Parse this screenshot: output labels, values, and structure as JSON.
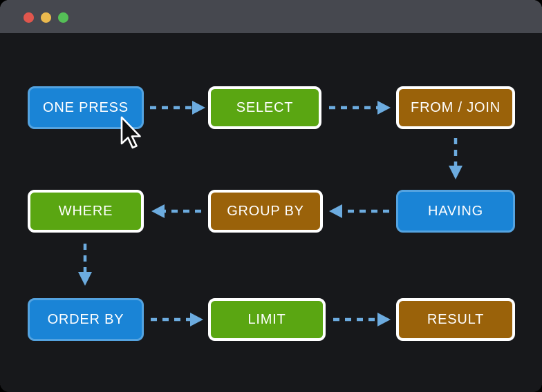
{
  "window": {
    "titlebar": {
      "bar_color": "#46484f",
      "traffic_lights": [
        {
          "name": "close",
          "color": "#e0564d"
        },
        {
          "name": "minimize",
          "color": "#eab94e"
        },
        {
          "name": "zoom",
          "color": "#55bf57"
        }
      ]
    },
    "background_color": "#17181b"
  },
  "diagram": {
    "nodes": [
      {
        "id": "one-press",
        "label": "ONE PRESS",
        "color": "blue",
        "row": 1,
        "col": 1
      },
      {
        "id": "select",
        "label": "SELECT",
        "color": "green",
        "row": 1,
        "col": 2
      },
      {
        "id": "from-join",
        "label": "FROM / JOIN",
        "color": "brown",
        "row": 1,
        "col": 3
      },
      {
        "id": "where",
        "label": "WHERE",
        "color": "green",
        "row": 2,
        "col": 1
      },
      {
        "id": "group-by",
        "label": "GROUP BY",
        "color": "brown",
        "row": 2,
        "col": 2
      },
      {
        "id": "having",
        "label": "HAVING",
        "color": "blue",
        "row": 2,
        "col": 3
      },
      {
        "id": "order-by",
        "label": "ORDER BY",
        "color": "blue",
        "row": 3,
        "col": 1
      },
      {
        "id": "limit",
        "label": "LIMIT",
        "color": "green",
        "row": 3,
        "col": 2
      },
      {
        "id": "result",
        "label": "RESULT",
        "color": "brown",
        "row": 3,
        "col": 3
      }
    ],
    "edges": [
      {
        "from": "one-press",
        "to": "select",
        "style": "dashed-arrow"
      },
      {
        "from": "select",
        "to": "from-join",
        "style": "dashed-arrow"
      },
      {
        "from": "from-join",
        "to": "having",
        "style": "dashed-arrow"
      },
      {
        "from": "having",
        "to": "group-by",
        "style": "dashed-arrow"
      },
      {
        "from": "group-by",
        "to": "where",
        "style": "dashed-arrow"
      },
      {
        "from": "where",
        "to": "order-by",
        "style": "dashed-arrow"
      },
      {
        "from": "order-by",
        "to": "limit",
        "style": "dashed-arrow"
      },
      {
        "from": "limit",
        "to": "result",
        "style": "dashed-arrow"
      }
    ],
    "colors": {
      "node_blue": "#1a84d6",
      "node_blue_border": "#54a3e0",
      "node_green": "#5aa612",
      "node_brown": "#9a620a",
      "node_light_border": "#ffffff",
      "arrow": "#6cabdf",
      "text": "#ffffff"
    }
  },
  "cursor": {
    "type": "arrow-pointer",
    "over_node": "ONE PRESS"
  }
}
